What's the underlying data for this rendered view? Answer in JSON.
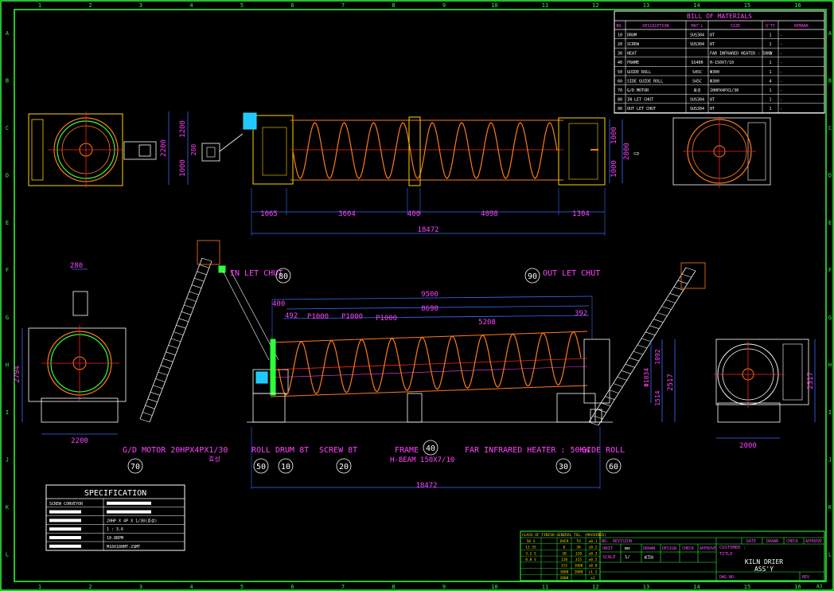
{
  "grid": {
    "cols": [
      "1",
      "2",
      "3",
      "4",
      "5",
      "6",
      "7",
      "8",
      "9",
      "10",
      "11",
      "12",
      "13",
      "14",
      "15",
      "16"
    ],
    "rows": [
      "A",
      "B",
      "C",
      "D",
      "E",
      "F",
      "G",
      "H",
      "I",
      "J",
      "K",
      "L"
    ]
  },
  "bom": {
    "title": "BILL OF MATERIALS",
    "headers": [
      "NO.",
      "DESCRIPTION",
      "MAT'L",
      "SIZE",
      "Q'TY",
      "REMARK"
    ],
    "rows": [
      [
        "10",
        "DRUM",
        "SUS304",
        "8T",
        "1",
        "-"
      ],
      [
        "20",
        "SCREW",
        "SUS304",
        "8T",
        "1",
        "-"
      ],
      [
        "30",
        "HEAT",
        "",
        "FAR INFRARED HEATER : 50KW",
        "1",
        "-"
      ],
      [
        "40",
        "FRAME",
        "SS400",
        "H-150X7/10",
        "1",
        "-"
      ],
      [
        "50",
        "GUIDE ROLL",
        "S45C",
        "Φ300",
        "1",
        "-"
      ],
      [
        "60",
        "SIDE GUIDE ROLL",
        "S45C",
        "Φ300",
        "4",
        "-"
      ],
      [
        "70",
        "G/D MOTOR",
        "효성",
        "20HPX4PX1/30",
        "1",
        "-"
      ],
      [
        "80",
        "IN LET CHUT",
        "SUS304",
        "8T",
        "1",
        "-"
      ],
      [
        "90",
        "OUT LET CHUT",
        "SUS304",
        "8T",
        "1",
        "-"
      ]
    ]
  },
  "top_view": {
    "dims_bottom": [
      "1065",
      "3604",
      "400",
      "4098",
      "1304"
    ],
    "total": "18472",
    "left_dims": [
      "2200",
      "1200",
      "1000",
      "280"
    ],
    "right_dims": [
      "1000",
      "2000",
      "1000"
    ]
  },
  "elevation": {
    "dims_top": [
      "9500",
      "8698",
      "400",
      "492",
      "P1000",
      "P1000",
      "P1000",
      "5208",
      "392"
    ],
    "right_dims": [
      "Φ1834",
      "1092",
      "2517",
      "1514"
    ],
    "total": "18472",
    "left_dims": [
      "280",
      "2794",
      "2200"
    ],
    "far_right_dims": [
      "2517",
      "2000"
    ]
  },
  "labels": {
    "inlet": "IN LET CHUT",
    "inlet_no": "80",
    "outlet": "OUT LET CHUT",
    "outlet_no": "90",
    "motor": "G/D MOTOR 20HPX4PX1/30",
    "motor_maker": "효성",
    "motor_no": "70",
    "roll": "ROLL",
    "roll_no": "50",
    "drum": "DRUM 8T",
    "drum_no": "10",
    "screw": "SCREW 8T",
    "screw_no": "20",
    "frame": "FRAME",
    "frame_beam": "H-BEAM 150X7/10",
    "frame_no": "40",
    "heater": "FAR INFRARED HEATER : 50KW",
    "heater_no": "30",
    "side_roll": "SIDE ROLL",
    "side_roll_no": "60"
  },
  "spec": {
    "title": "SPECIFICATION",
    "rows": [
      [
        "SCREW CONVEYOR",
        ""
      ],
      [
        "",
        ""
      ],
      [
        "",
        "20HP X 4P X 1/30(효성)"
      ],
      [
        "",
        "1 : 3.6"
      ],
      [
        "",
        "10.8RPM"
      ],
      [
        "",
        "M10X180MT-2SMT"
      ]
    ]
  },
  "title_block": {
    "tol_title": "CLASS OF FINISH  GENERAL TOL. (MACHINED)",
    "tol_rows": [
      [
        "50 S",
        "OVER",
        "TO",
        "±0.1"
      ],
      [
        "12.5S",
        "6",
        "30",
        "±0.2"
      ],
      [
        "3.2 S",
        "30",
        "120",
        "±0.3"
      ],
      [
        "0.8 S",
        "120",
        "315",
        "±0.5"
      ],
      [
        "",
        "315",
        "1000",
        "±0.8"
      ],
      [
        "",
        "1000",
        "2000",
        "±1.2"
      ],
      [
        "",
        "2000",
        "",
        "±2"
      ]
    ],
    "revision": "REVISION",
    "unit_label": "UNIT",
    "unit": "mm",
    "scale_label": "SCALE",
    "scale": "1/",
    "date_label": "DATE",
    "roles": [
      "DRAWN",
      "DESIGN",
      "CHECK",
      "APPROVE"
    ],
    "drawn_by": "KTH",
    "customer_label": "CUSTOMER :",
    "title_label": "TITLE",
    "title": "KILN DRIER",
    "subtitle": "ASS'Y",
    "dwg_label": "DWG NO.",
    "rev_label": "REV",
    "sheet": "A3",
    "no_label": "NO."
  },
  "colors": {
    "border": "#2cff3a",
    "drum": "#ff7a1a",
    "frame": "#ffd400",
    "dims": "#3a6bff",
    "text": "#ff44ff"
  }
}
